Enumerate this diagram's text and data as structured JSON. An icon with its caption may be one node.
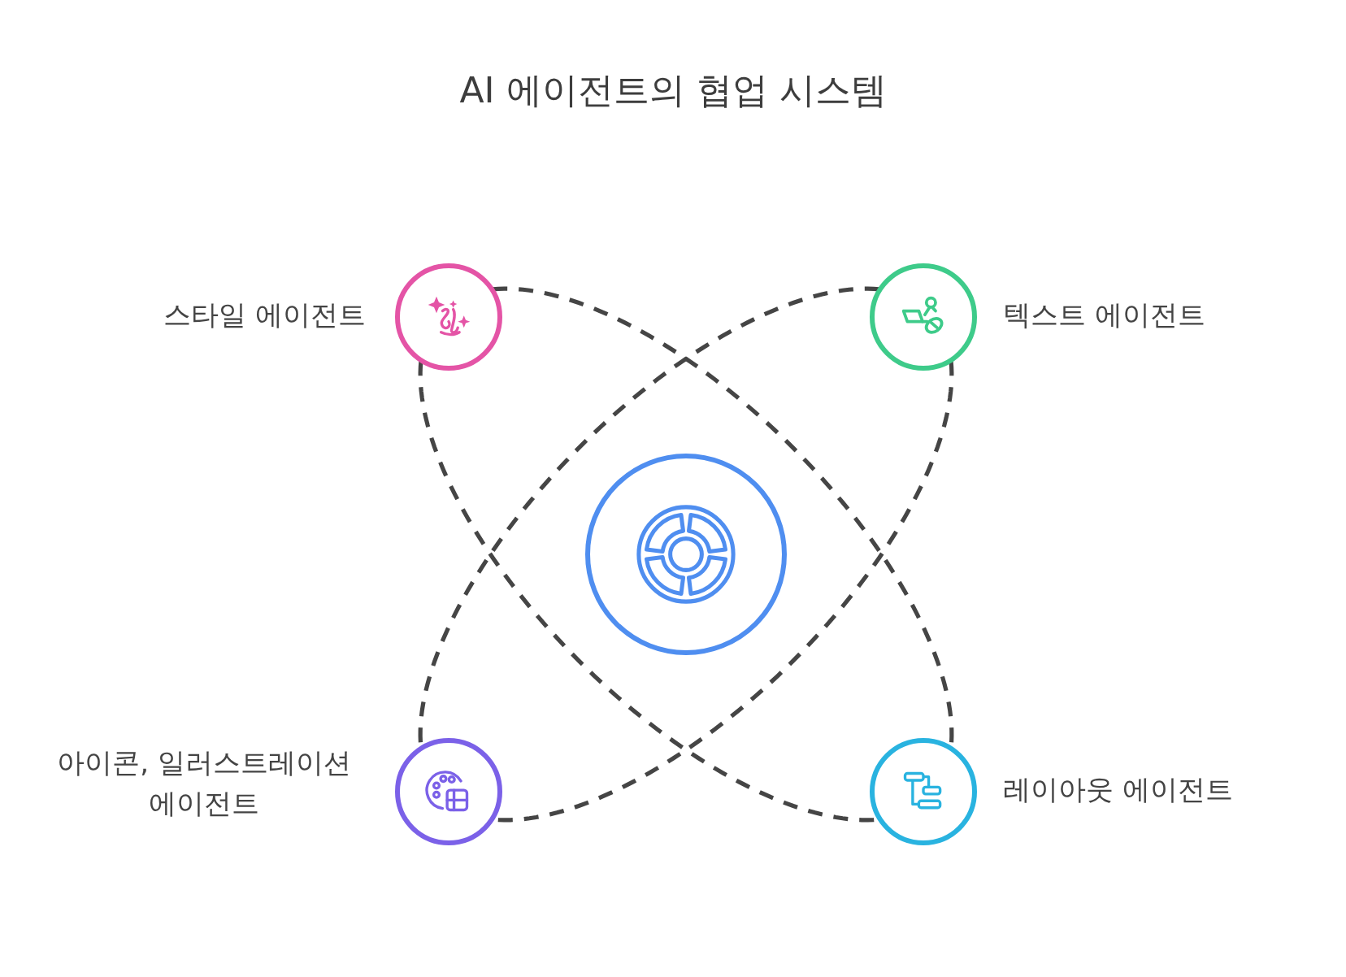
{
  "diagram": {
    "title": "AI 에이전트의 협업 시스템",
    "nodes": [
      {
        "text": [],
        "shape": "circle",
        "beside": [
          "스타일 에이전트"
        ]
      },
      {
        "text": [],
        "shape": "circle",
        "beside": [
          "텍스트 에이전트"
        ]
      },
      {
        "text": [],
        "shape": "circle"
      },
      {
        "text": [],
        "shape": "circle",
        "beside": [
          "아이콘, 일러스트레이션 에이전트"
        ]
      },
      {
        "text": [],
        "shape": "circle",
        "beside": [
          "레이아웃 에이전트"
        ]
      }
    ],
    "edges": [
      {
        "from": 0,
        "to": 4,
        "arrow": "none",
        "style": "dashed"
      },
      {
        "from": 0,
        "to": 4,
        "arrow": "none",
        "style": "dashed"
      },
      {
        "from": 1,
        "to": 3,
        "arrow": "none",
        "style": "dashed"
      },
      {
        "from": 1,
        "to": 3,
        "arrow": "none",
        "style": "dashed"
      }
    ]
  }
}
